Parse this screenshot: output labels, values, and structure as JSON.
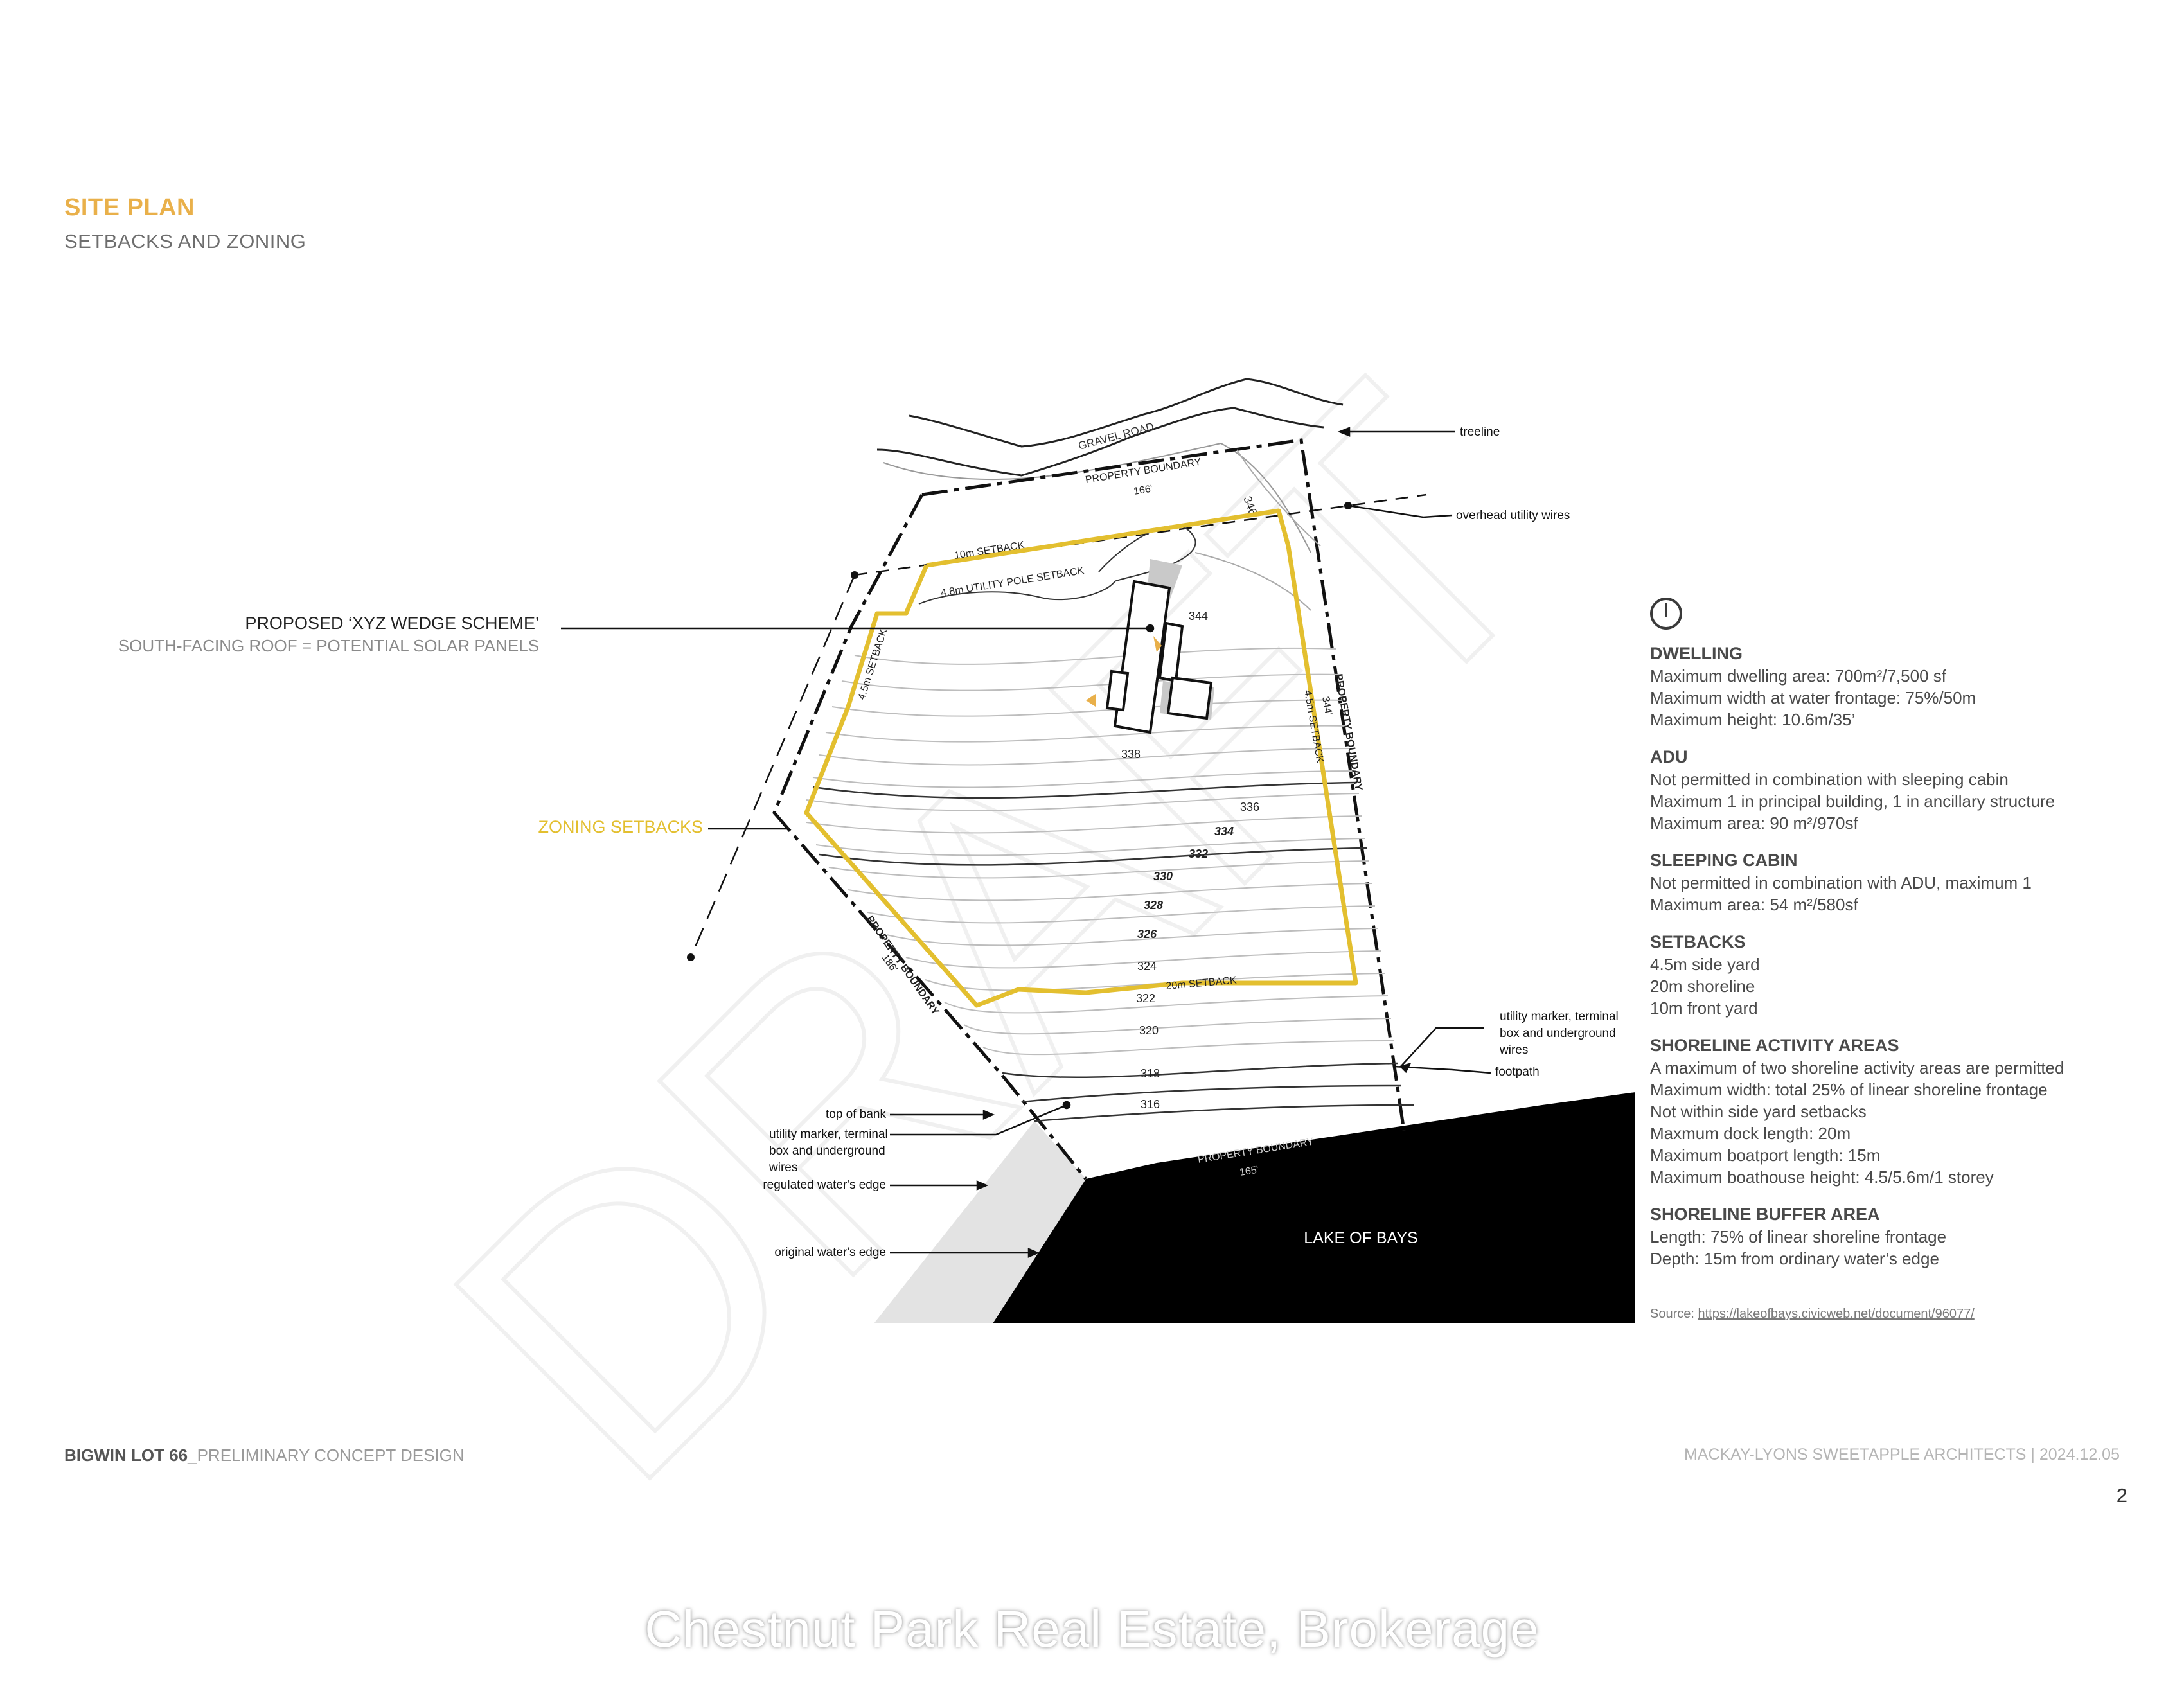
{
  "header": {
    "title": "SITE PLAN",
    "subtitle": "SETBACKS AND ZONING"
  },
  "watermark_draft": "DRAFT",
  "scheme": {
    "title": "PROPOSED ‘XYZ WEDGE SCHEME’",
    "subtitle": "SOUTH-FACING ROOF = POTENTIAL SOLAR PANELS"
  },
  "zoning_label": "ZONING SETBACKS",
  "plan": {
    "gravel_road": "GRAVEL ROAD",
    "boundary_top": "PROPERTY BOUNDARY",
    "boundary_top_dim": "166'",
    "boundary_left": "PROPERTY BOUNDARY",
    "boundary_left_dim": "186'",
    "boundary_right": "PROPERTY BOUNDARY",
    "boundary_right_dim": "344'",
    "boundary_bottom": "PROPERTY BOUNDARY",
    "boundary_bottom_dim": "165'",
    "setback_front": "10m SETBACK",
    "utility_setback": "4.8m UTILITY POLE SETBACK",
    "setback_left": "4.5m SETBACK",
    "setback_right": "4.5m SETBACK",
    "setback_shore": "20m SETBACK",
    "lake": "LAKE OF BAYS",
    "contours": [
      "346",
      "344",
      "338",
      "336",
      "334",
      "332",
      "330",
      "328",
      "326",
      "324",
      "322",
      "320",
      "318",
      "316"
    ]
  },
  "callouts": {
    "treeline": "treeline",
    "overhead": "overhead utility wires",
    "utility_right_1": "utility marker, terminal",
    "utility_right_2": "box and underground",
    "utility_right_3": "wires",
    "footpath": "footpath",
    "top_of_bank": "top of bank",
    "utility_left_1": "utility marker, terminal",
    "utility_left_2": "box and underground",
    "utility_left_3": "wires",
    "regulated": "regulated water's edge",
    "original": "original water's edge"
  },
  "info": {
    "dwelling": {
      "heading": "DWELLING",
      "lines": [
        "Maximum dwelling area: 700m²/7,500 sf",
        "Maximum width at water frontage: 75%/50m",
        "Maximum height: 10.6m/35’"
      ]
    },
    "adu": {
      "heading": "ADU",
      "lines": [
        "Not permitted in combination with sleeping cabin",
        "Maximum 1 in principal building, 1 in ancillary structure",
        "Maximum area: 90 m²/970sf"
      ]
    },
    "cabin": {
      "heading": "SLEEPING CABIN",
      "lines": [
        "Not permitted in combination with ADU, maximum 1",
        "Maximum area: 54 m²/580sf"
      ]
    },
    "setbacks": {
      "heading": "SETBACKS",
      "lines": [
        "4.5m side yard",
        "20m shoreline",
        "10m front yard"
      ]
    },
    "shoreline_activity": {
      "heading": "SHORELINE ACTIVITY AREAS",
      "lines": [
        "A maximum of two shoreline activity areas are permitted",
        "Maximum width: total 25% of linear shoreline frontage",
        "Not within side yard setbacks",
        "Maxmum dock length: 20m",
        "Maximum boatport length: 15m",
        "Maximum boathouse height: 4.5/5.6m/1 storey"
      ]
    },
    "shoreline_buffer": {
      "heading": "SHORELINE BUFFER AREA",
      "lines": [
        "Length: 75% of linear shoreline frontage",
        "Depth: 15m from ordinary water’s edge"
      ]
    },
    "source_label": "Source:",
    "source_url": "https://lakeofbays.civicweb.net/document/96077/"
  },
  "footer": {
    "project_bold": "BIGWIN LOT 66",
    "project_rest": "_PRELIMINARY CONCEPT DESIGN",
    "firm_date": "MACKAY-LYONS SWEETAPPLE ARCHITECTS | 2024.12.05",
    "page": "2"
  },
  "brokerage": "Chestnut Park Real Estate, Brokerage",
  "colors": {
    "accent": "#e9b04a",
    "setback": "#e3bf2f",
    "lake": "#000000",
    "shore": "#e3e3e3"
  }
}
